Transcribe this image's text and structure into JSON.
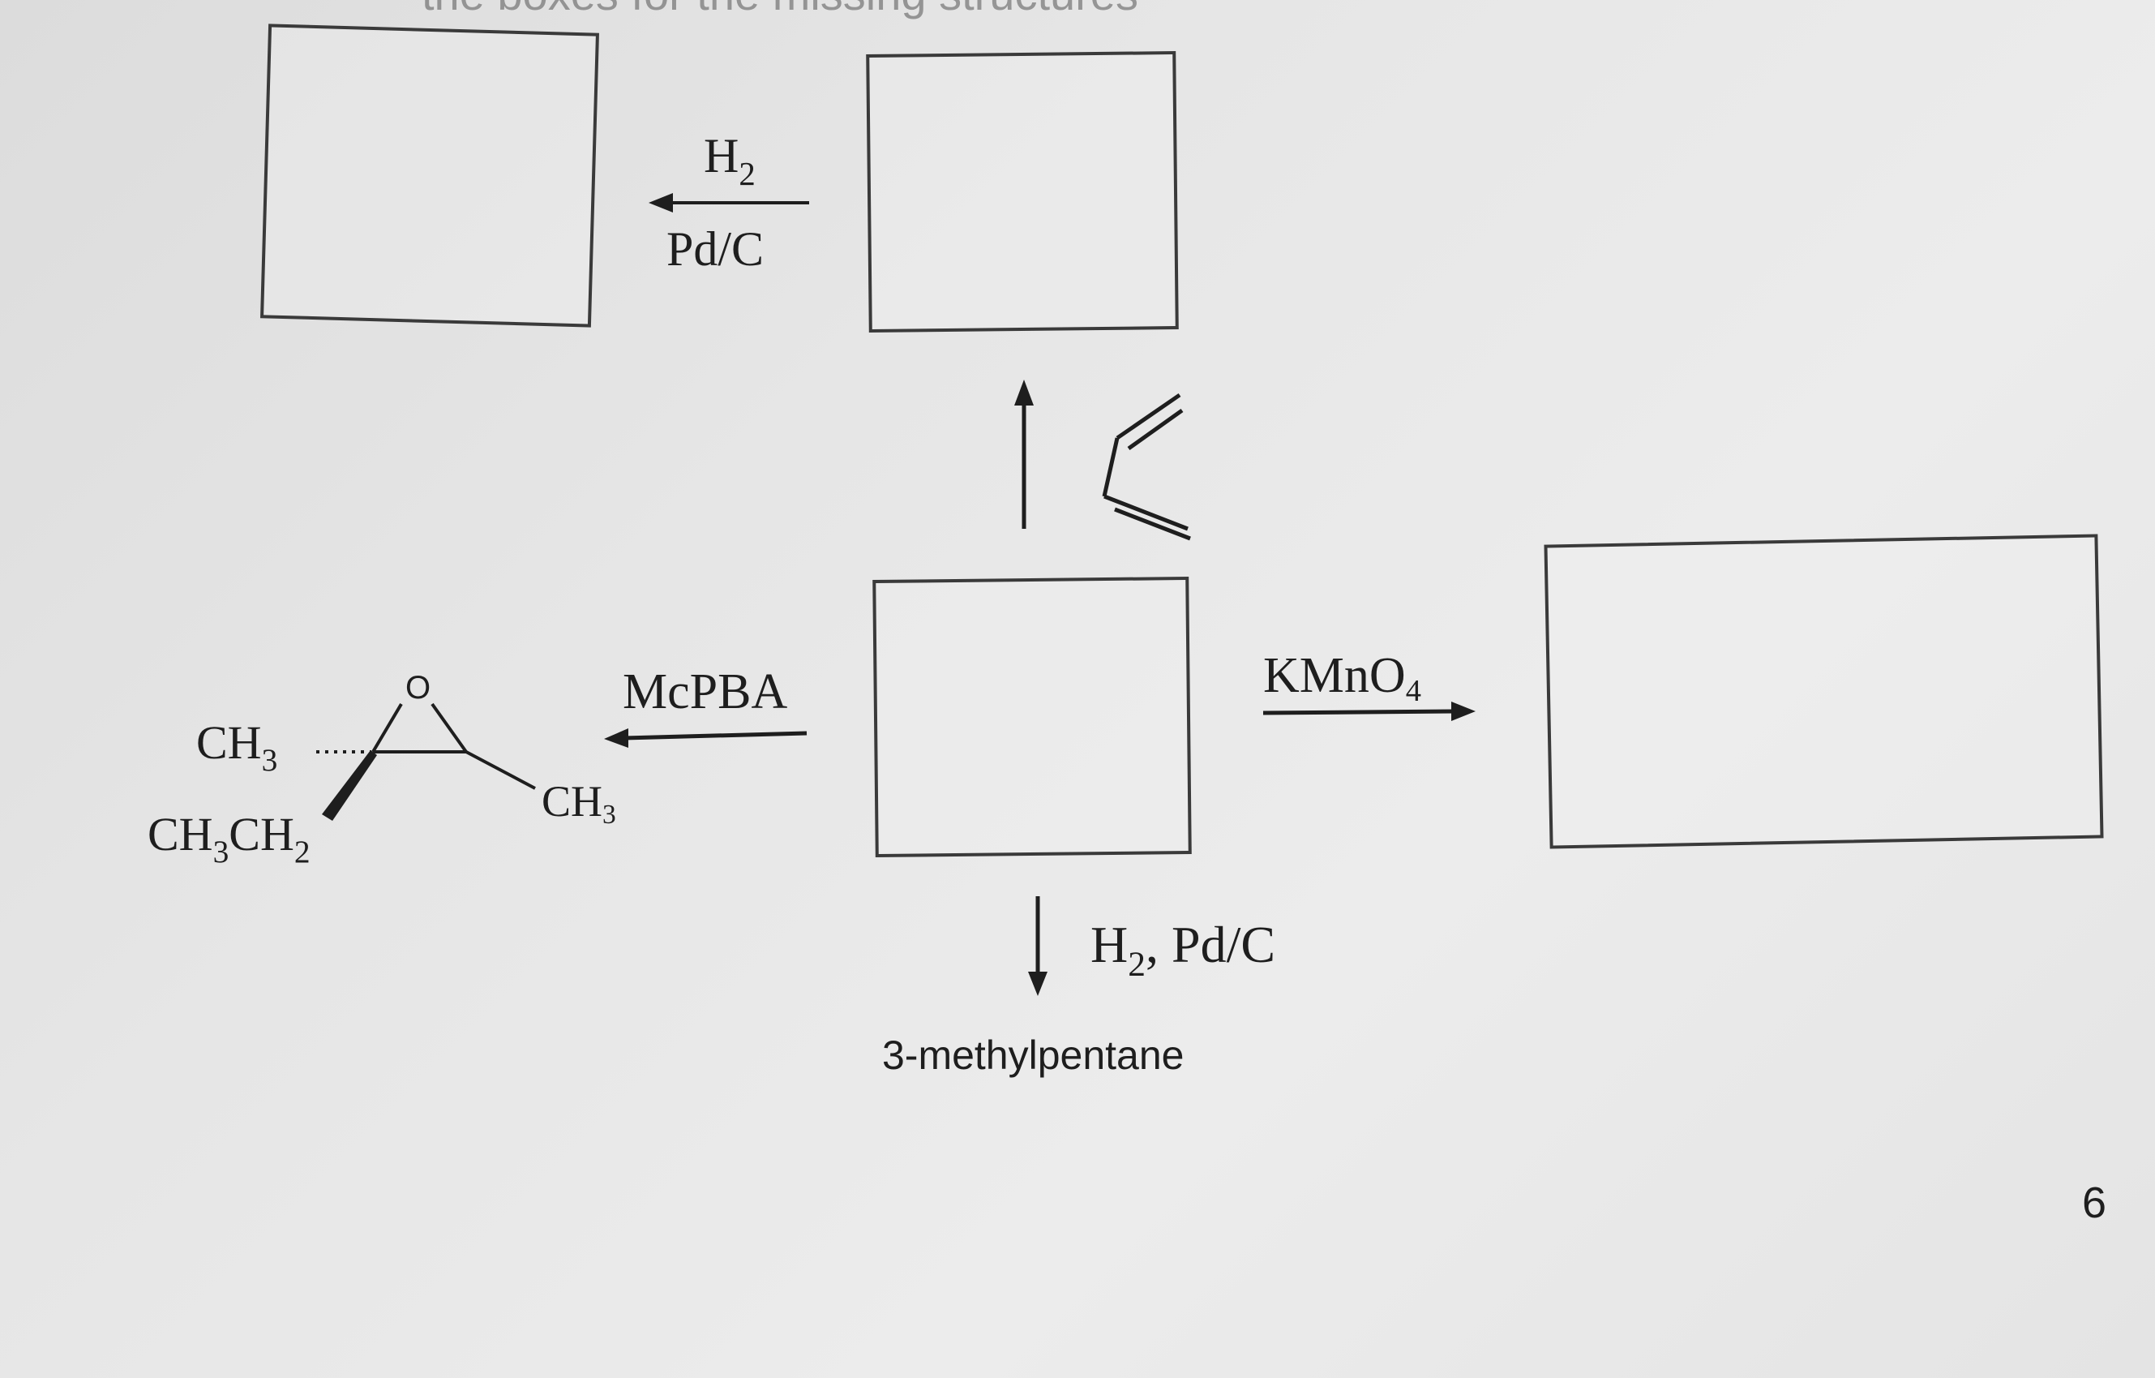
{
  "header": {
    "instruction_fragment": "the boxes for the missing structures"
  },
  "reactions": {
    "top_reagent_above": "H",
    "top_reagent_above_sub": "2",
    "top_reagent_below": "Pd/C",
    "left_reagent": "McPBA",
    "right_reagent": "KMnO",
    "right_reagent_sub": "4",
    "down_reagent_H": "H",
    "down_reagent_sub": "2",
    "down_reagent_rest": ", Pd/C",
    "down_product": "3-methylpentane"
  },
  "epoxide": {
    "oxygen": "O",
    "methyl_left": "CH",
    "methyl_left_sub": "3",
    "ethyl_a": "CH",
    "ethyl_a_sub": "3",
    "ethyl_b": "CH",
    "ethyl_b_sub": "2",
    "methyl_right": "CH",
    "methyl_right_sub": "3"
  },
  "page_number": "6",
  "colors": {
    "ink": "#1e1e1e",
    "box_border": "#3a3a3a",
    "background": "#e4e4e4"
  }
}
